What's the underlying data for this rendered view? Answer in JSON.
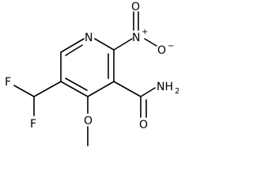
{
  "molecule": {
    "atoms": {
      "ring_nitrogen": "N",
      "nitro_nitrogen": "N",
      "nitro_charge_plus": "+",
      "nitro_oxygen_top": "O",
      "nitro_oxygen_right": "O",
      "nitro_charge_minus": "−",
      "fluorine_top": "F",
      "fluorine_bottom": "F",
      "methoxy_oxygen": "O",
      "amide_oxygen": "O",
      "amide_nitrogen_main": "NH",
      "amide_nitrogen_sub": "2"
    }
  }
}
